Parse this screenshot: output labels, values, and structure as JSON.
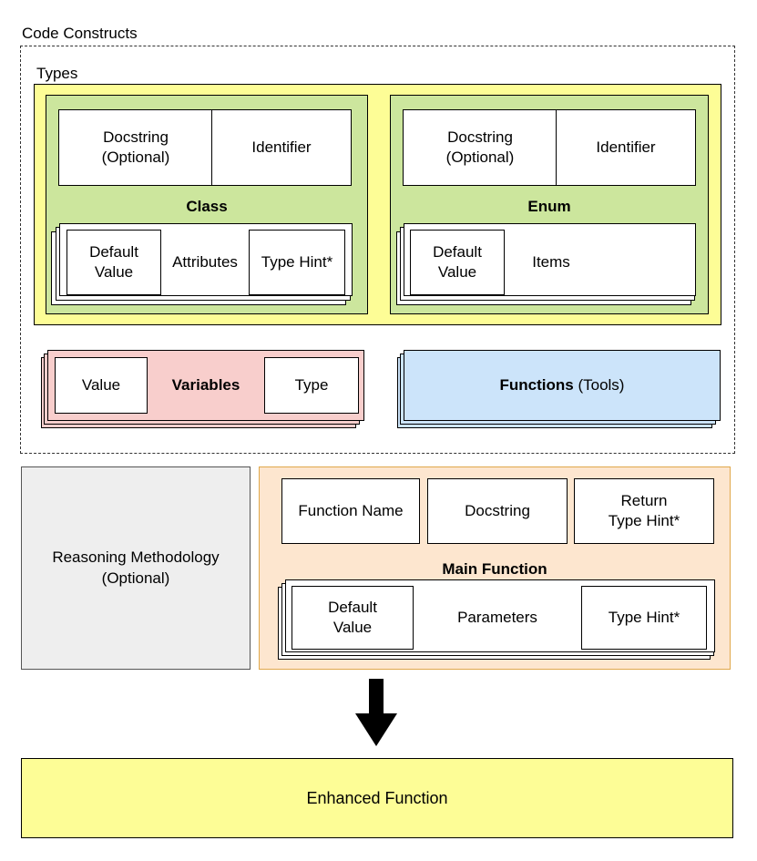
{
  "code_constructs": {
    "title": "Code Constructs",
    "types": {
      "title": "Types",
      "class": {
        "docstring": "Docstring (Optional)",
        "identifier": "Identifier",
        "label": "Class",
        "default_value": "Default Value",
        "attributes": "Attributes",
        "type_hint": "Type Hint*"
      },
      "enum": {
        "docstring": "Docstring (Optional)",
        "identifier": "Identifier",
        "label": "Enum",
        "default_value": "Default Value",
        "items": "Items"
      }
    },
    "variables": {
      "value": "Value",
      "label": "Variables",
      "type": "Type"
    },
    "functions": {
      "label": "Functions",
      "suffix": " (Tools)"
    }
  },
  "reasoning": {
    "label": "Reasoning Methodology (Optional)"
  },
  "main_function": {
    "function_name": "Function Name",
    "docstring": "Docstring",
    "return_type_hint": "Return Type Hint*",
    "label": "Main Function",
    "default_value": "Default Value",
    "parameters": "Parameters",
    "type_hint": "Type Hint*"
  },
  "output": {
    "label": "Enhanced Function"
  },
  "colors": {
    "yellow": "#fdfd96",
    "green": "#cce69d",
    "red": "#f8cecc",
    "blue": "#cce4fa",
    "gray": "#eeeeee",
    "orange": "#fde6cf",
    "orange_border": "#e0a84c"
  }
}
